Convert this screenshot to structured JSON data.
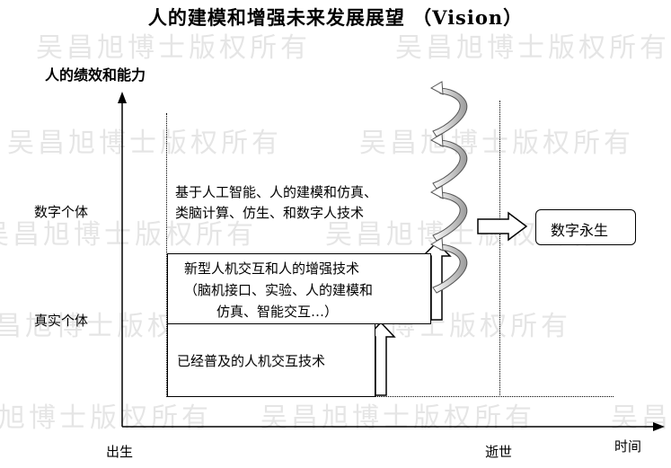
{
  "title": "人的建模和增强未来发展展望 （Vision）",
  "watermark": "吴昌旭博士版权所有",
  "y_axis_label": "人的绩效和能力",
  "x_axis_labels": {
    "birth": "出生",
    "death": "逝世",
    "time": "时间"
  },
  "y_levels": {
    "digital": "数字个体",
    "real": "真实个体"
  },
  "boxes": {
    "existing": {
      "lines": [
        "已经普及的人机交互技术"
      ]
    },
    "new_tech": {
      "lines": [
        "新型人机交互和人的增强技术",
        "（脑机接口、实验、人的建模和",
        "仿真、智能交互…）"
      ]
    },
    "ai_modeling": {
      "lines": [
        "基于人工智能、人的建模和仿真、",
        "类脑计算、仿生、和数字人技术"
      ]
    },
    "digital_immortal": {
      "label": "数字永生"
    }
  }
}
